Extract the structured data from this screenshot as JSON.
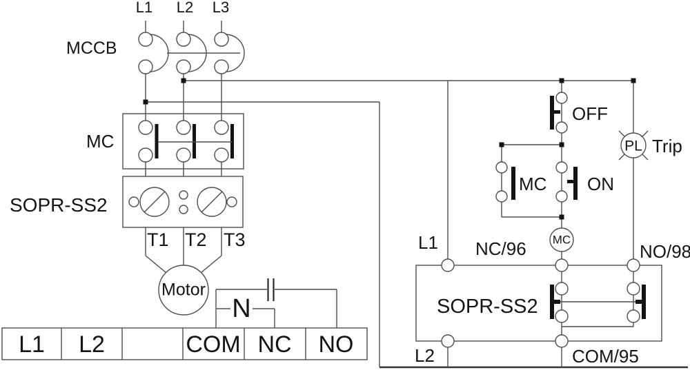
{
  "power": {
    "phases": [
      "L1",
      "L2",
      "L3"
    ],
    "mccb": "MCCB",
    "contactor": "MC",
    "relay": "SOPR-SS2",
    "terminals": [
      "T1",
      "T2",
      "T3"
    ],
    "motor": "Motor",
    "neutral": "N"
  },
  "strip": {
    "labels": [
      "L1",
      "L2",
      "",
      "COM",
      "NC",
      "NO"
    ]
  },
  "control": {
    "off": "OFF",
    "on": "ON",
    "aux": "MC",
    "coil": "MC",
    "lamp": "PL",
    "lamp_caption": "Trip",
    "relay": "SOPR-SS2",
    "term_l1": "L1",
    "term_l2": "L2",
    "term_nc": "NC/96",
    "term_no": "NO/98",
    "term_com": "COM/95"
  },
  "colors": {
    "line": "#4d4d4d",
    "bar": "#141414",
    "text": "#141414",
    "bg": "#ffffff"
  }
}
